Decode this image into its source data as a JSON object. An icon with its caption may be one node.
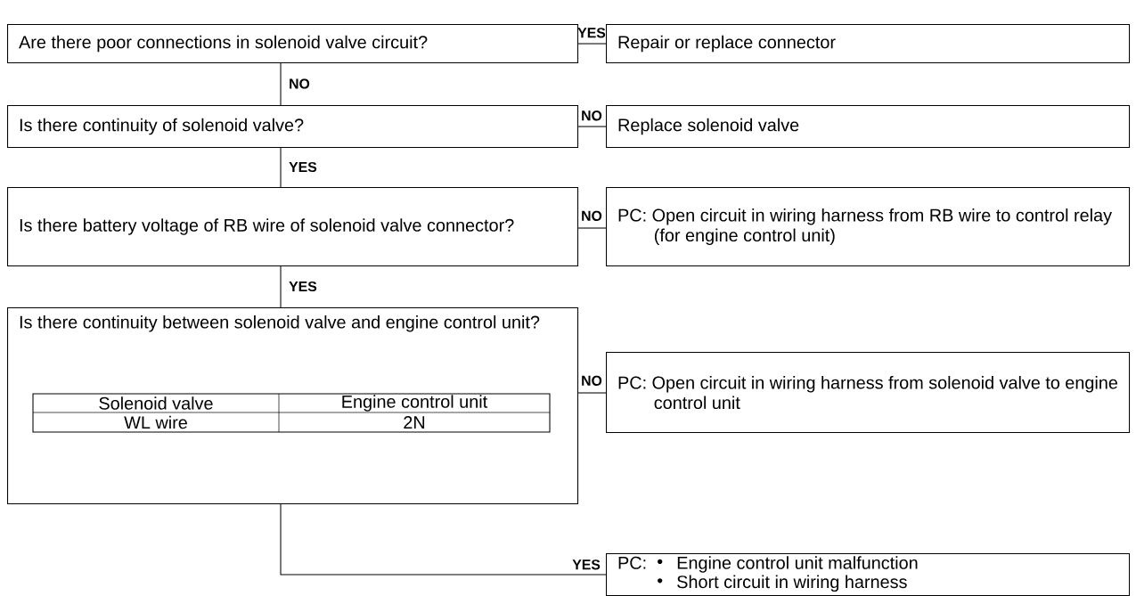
{
  "diagram": {
    "nodes": [
      {
        "text": [
          "Are there poor connections in solenoid valve circuit?"
        ]
      },
      {
        "text": [
          "Repair or replace connector"
        ]
      },
      {
        "text": [
          "Is there continuity of solenoid valve?"
        ]
      },
      {
        "text": [
          "Replace solenoid valve"
        ]
      },
      {
        "text": [
          "Is there battery voltage of RB wire of solenoid valve connector?"
        ]
      },
      {
        "text": [
          "PC: Open circuit in wiring harness from RB wire to control relay (for engine control unit)"
        ]
      },
      {
        "text": [
          "Is there continuity between solenoid valve and engine control unit?"
        ]
      },
      {
        "text": [
          "PC: Open circuit in wiring harness from solenoid valve to engine control unit"
        ]
      },
      {
        "text": [
          "PC:",
          "Engine control unit malfunction",
          "Short circuit in wiring harness"
        ]
      }
    ],
    "edges": [
      {
        "from": 0,
        "to": 1,
        "arrow": "none",
        "label": "YES"
      },
      {
        "from": 0,
        "to": 2,
        "arrow": "none",
        "label": "NO"
      },
      {
        "from": 2,
        "to": 3,
        "arrow": "none",
        "label": "NO"
      },
      {
        "from": 2,
        "to": 4,
        "arrow": "none",
        "label": "YES"
      },
      {
        "from": 4,
        "to": 5,
        "arrow": "none",
        "label": "NO"
      },
      {
        "from": 4,
        "to": 6,
        "arrow": "none",
        "label": "YES"
      },
      {
        "from": 6,
        "to": 7,
        "arrow": "none",
        "label": "NO"
      },
      {
        "from": 6,
        "to": 8,
        "arrow": "none",
        "label": "YES"
      }
    ],
    "labels": [
      "Solenoid valve",
      "Engine control unit",
      "WL wire",
      "2N"
    ]
  }
}
